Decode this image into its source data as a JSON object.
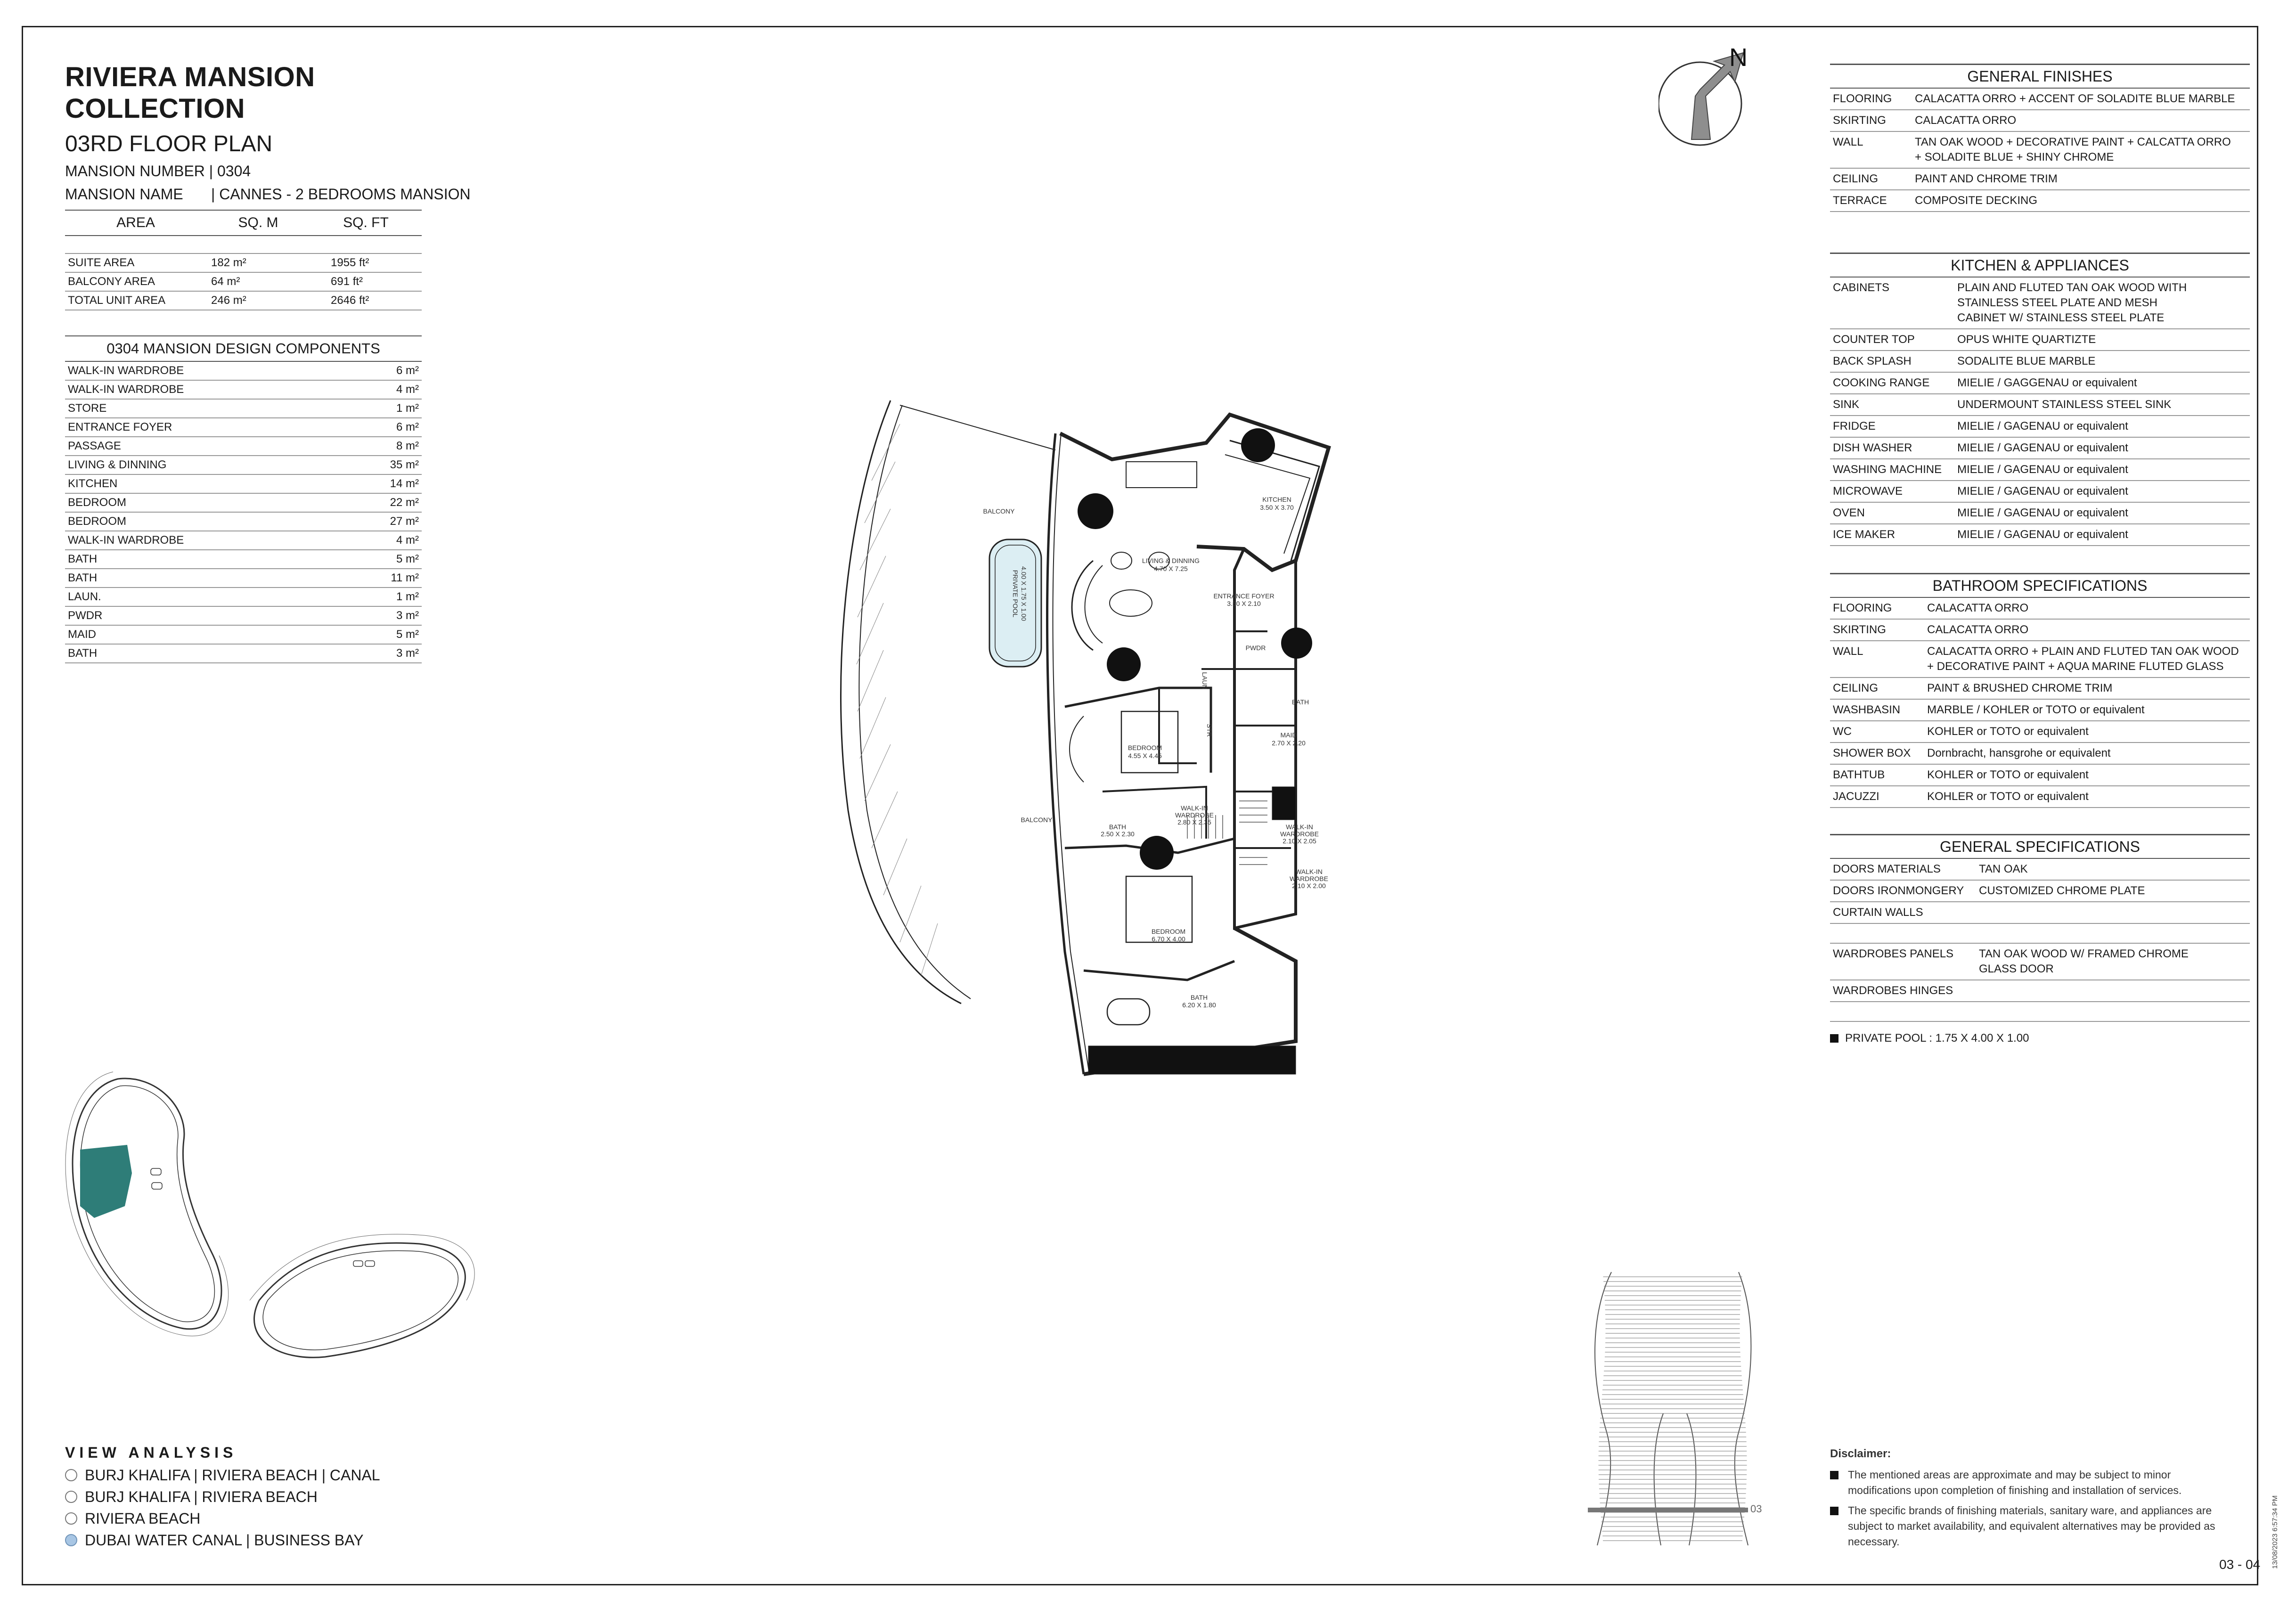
{
  "header": {
    "title": "RIVIERA MANSION COLLECTION",
    "floor": "03RD FLOOR PLAN",
    "mansion_number_label": "MANSION NUMBER | 0304",
    "mansion_name_key": "MANSION NAME",
    "mansion_name_value": "| CANNES - 2 BEDROOMS MANSION"
  },
  "area_table": {
    "headers": [
      "AREA",
      "SQ. M",
      "SQ. FT"
    ],
    "rows": [
      [
        "SUITE AREA",
        "182 m²",
        "1955 ft²"
      ],
      [
        "BALCONY AREA",
        "64 m²",
        "691 ft²"
      ],
      [
        "TOTAL UNIT AREA",
        "246 m²",
        "2646 ft²"
      ]
    ]
  },
  "components": {
    "title": "0304 MANSION DESIGN COMPONENTS",
    "rows": [
      [
        "WALK-IN WARDROBE",
        "6 m²"
      ],
      [
        "WALK-IN WARDROBE",
        "4 m²"
      ],
      [
        "STORE",
        "1 m²"
      ],
      [
        "ENTRANCE FOYER",
        "6 m²"
      ],
      [
        "PASSAGE",
        "8 m²"
      ],
      [
        "LIVING & DINNING",
        "35 m²"
      ],
      [
        "KITCHEN",
        "14 m²"
      ],
      [
        "BEDROOM",
        "22 m²"
      ],
      [
        "BEDROOM",
        "27 m²"
      ],
      [
        "WALK-IN WARDROBE",
        "4 m²"
      ],
      [
        "BATH",
        "5 m²"
      ],
      [
        "BATH",
        "11 m²"
      ],
      [
        "LAUN.",
        "1 m²"
      ],
      [
        "PWDR",
        "3 m²"
      ],
      [
        "MAID",
        "5 m²"
      ],
      [
        "BATH",
        "3 m²"
      ]
    ]
  },
  "general_finishes": {
    "title": "GENERAL FINISHES",
    "rows": [
      [
        "FLOORING",
        "CALACATTA ORRO + ACCENT OF SOLADITE BLUE MARBLE"
      ],
      [
        "SKIRTING",
        "CALACATTA ORRO"
      ],
      [
        "WALL",
        "TAN OAK WOOD + DECORATIVE PAINT + CALCATTA ORRO + SOLADITE BLUE + SHINY CHROME"
      ],
      [
        "CEILING",
        "PAINT AND CHROME TRIM"
      ],
      [
        "TERRACE",
        "COMPOSITE DECKING"
      ]
    ]
  },
  "kitchen": {
    "title": "KITCHEN & APPLIANCES",
    "rows": [
      [
        "CABINETS",
        "PLAIN AND FLUTED TAN OAK WOOD WITH STAINLESS STEEL PLATE AND MESH CABINET W/ STAINLESS STEEL PLATE"
      ],
      [
        "COUNTER TOP",
        "OPUS WHITE QUARTIZTE"
      ],
      [
        "BACK SPLASH",
        "SODALITE BLUE MARBLE"
      ],
      [
        "COOKING RANGE",
        "MIELIE / GAGGENAU or equivalent"
      ],
      [
        "SINK",
        "UNDERMOUNT STAINLESS STEEL SINK"
      ],
      [
        "FRIDGE",
        "MIELIE / GAGENAU or equivalent"
      ],
      [
        "DISH WASHER",
        "MIELIE / GAGENAU or equivalent"
      ],
      [
        "WASHING MACHINE",
        "MIELIE / GAGENAU or equivalent"
      ],
      [
        "MICROWAVE",
        "MIELIE / GAGENAU or equivalent"
      ],
      [
        "OVEN",
        "MIELIE / GAGENAU or equivalent"
      ],
      [
        "ICE MAKER",
        "MIELIE / GAGENAU or equivalent"
      ]
    ]
  },
  "bathroom": {
    "title": "BATHROOM SPECIFICATIONS",
    "rows": [
      [
        "FLOORING",
        "CALACATTA ORRO"
      ],
      [
        "SKIRTING",
        "CALACATTA ORRO"
      ],
      [
        "WALL",
        "CALACATTA ORRO + PLAIN AND FLUTED TAN OAK WOOD + DECORATIVE PAINT + AQUA MARINE FLUTED GLASS"
      ],
      [
        "CEILING",
        "PAINT & BRUSHED CHROME TRIM"
      ],
      [
        "WASHBASIN",
        "MARBLE / KOHLER or TOTO or equivalent"
      ],
      [
        "WC",
        "KOHLER or TOTO or equivalent"
      ],
      [
        "SHOWER BOX",
        "Dornbracht, hansgrohe or equivalent"
      ],
      [
        "BATHTUB",
        "KOHLER or TOTO or equivalent"
      ],
      [
        "JACUZZI",
        "KOHLER or TOTO or equivalent"
      ]
    ]
  },
  "general_specs": {
    "title": "GENERAL SPECIFICATIONS",
    "rows": [
      [
        "DOORS MATERIALS",
        "TAN OAK"
      ],
      [
        "DOORS IRONMONGERY",
        "CUSTOMIZED CHROME PLATE"
      ],
      [
        "CURTAIN WALLS",
        ""
      ],
      [
        "",
        ""
      ],
      [
        "WARDROBES PANELS",
        "TAN OAK WOOD W/ FRAMED CHROME GLASS DOOR"
      ],
      [
        "WARDROBES HINGES",
        ""
      ],
      [
        "",
        ""
      ]
    ]
  },
  "private_pool": "PRIVATE POOL :  1.75 X 4.00 X 1.00",
  "compass": {
    "label": "N"
  },
  "plan_labels": {
    "balcony_top": "BALCONY",
    "balcony_bottom": "BALCONY",
    "kitchen": "KITCHEN",
    "kitchen_dim": "3.50 X 3.70",
    "living": "LIVING & DINNING",
    "living_dim": "4.70 X 7.25",
    "foyer": "ENTRANCE FOYER",
    "foyer_dim": "3.50 X 2.10",
    "pool": "PRIVATE POOL",
    "pool_dim": "4.00 X 1.75 X 1.00",
    "pwdr": "PWDR",
    "laun": "LAUN",
    "store": "STR",
    "bath_small": "BATH",
    "maid": "MAID",
    "maid_dim": "2.70 X 2.20",
    "bedroom1": "BEDROOM",
    "bedroom1_dim": "4.55 X 4.45",
    "walkin1": "WALK-IN",
    "walkin1b": "WARDROBE",
    "walkin1_dim": "2.80 X 2.35",
    "bath2": "BATH",
    "bath2_dim": "2.50 X 2.30",
    "walkin2": "WALK-IN",
    "walkin2b": "WARDROBE",
    "walkin2_dim": "2.10 X 2.05",
    "walkin3": "WALK-IN",
    "walkin3b": "WARDROBE",
    "walkin3_dim": "2.10 X 2.00",
    "bedroom2": "BEDROOM",
    "bedroom2_dim": "6.70 X 4.00",
    "bath3": "BATH",
    "bath3_dim": "6.20 X 1.80"
  },
  "elevation_label": "03",
  "view_analysis": {
    "title": "VIEW ANALYSIS",
    "items": [
      {
        "label": "BURJ KHALIFA | RIVIERA BEACH | CANAL",
        "selected": false
      },
      {
        "label": "BURJ KHALIFA | RIVIERA BEACH",
        "selected": false
      },
      {
        "label": "RIVIERA BEACH",
        "selected": false
      },
      {
        "label": "DUBAI WATER CANAL | BUSINESS BAY",
        "selected": true
      }
    ]
  },
  "disclaimer": {
    "title": "Disclaimer:",
    "items": [
      "The mentioned areas are approximate and may be subject to minor modifications  upon completion of finishing and installation of services.",
      "The specific brands of finishing materials, sanitary ware, and appliances are subject to market availability, and equivalent alternatives may be provided as necessary."
    ]
  },
  "page_number": "03 - 04",
  "timestamp": "13/08/2023 6:57:34 PM",
  "colors": {
    "highlight_unit": "#2e7d78",
    "selected_dot": "#a8c6e4",
    "pool_fill": "#dceef3"
  }
}
